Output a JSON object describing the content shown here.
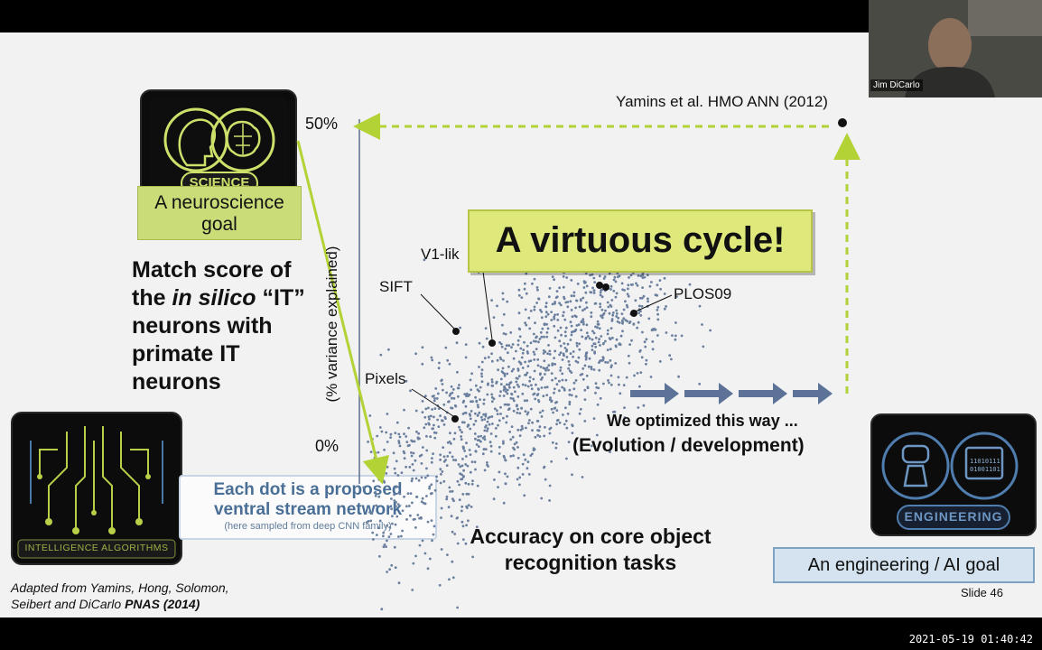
{
  "slide": {
    "science_badge": "SCIENCE",
    "neuro_goal": "A neuroscience goal",
    "match_score_pre": "Match score of the ",
    "match_score_em": "in silico",
    "match_score_post": " “IT” neurons with primate IT neurons",
    "intel_badge": "INTELLIGENCE ALGORITHMS",
    "dot_caption_line1": "Each dot is a proposed",
    "dot_caption_line2": "ventral stream network",
    "dot_caption_line3": "(here sampled from deep CNN family)",
    "adapted_line1": "Adapted from Yamins, Hong, Solomon,",
    "adapted_line2_pre": "Seibert and DiCarlo ",
    "adapted_line2_bold": "PNAS (2014)",
    "yamins_label": "Yamins et al. HMO ANN (2012)",
    "virtuous_cycle": "A virtuous cycle!",
    "optimized_line1": "We optimized this way ...",
    "optimized_line2": "(Evolution / development)",
    "x_axis_title_line1": "Accuracy on core object",
    "x_axis_title_line2": "recognition tasks",
    "engineering_badge": "ENGINEERING",
    "engineering_goal": "An engineering / AI goal",
    "slide_prefix": "Slide",
    "slide_number": "46",
    "binary_text_1": "11010111",
    "binary_text_2": "01001101"
  },
  "chart_data": {
    "type": "scatter",
    "ylabel": "(% variance explained)",
    "xlabel": "Accuracy on core object recognition tasks",
    "y_ticks": [
      "50%",
      "0%"
    ],
    "ylim": [
      0,
      50
    ],
    "labeled_points": [
      {
        "label": "Pixels"
      },
      {
        "label": "SIFT"
      },
      {
        "label": "V1-lik"
      },
      {
        "label": "PLOS09"
      },
      {
        "label": "Yamins et al. HMO ANN (2012)"
      }
    ],
    "cloud": {
      "count": 1400,
      "trend": "positive"
    },
    "colors": {
      "points": "#6b7f9e",
      "arrows": "#b3d236",
      "process_arrows": "#5c7397"
    }
  },
  "webcam": {
    "name_label": "Jim DiCarlo"
  },
  "timestamp": "2021-05-19 01:40:42"
}
